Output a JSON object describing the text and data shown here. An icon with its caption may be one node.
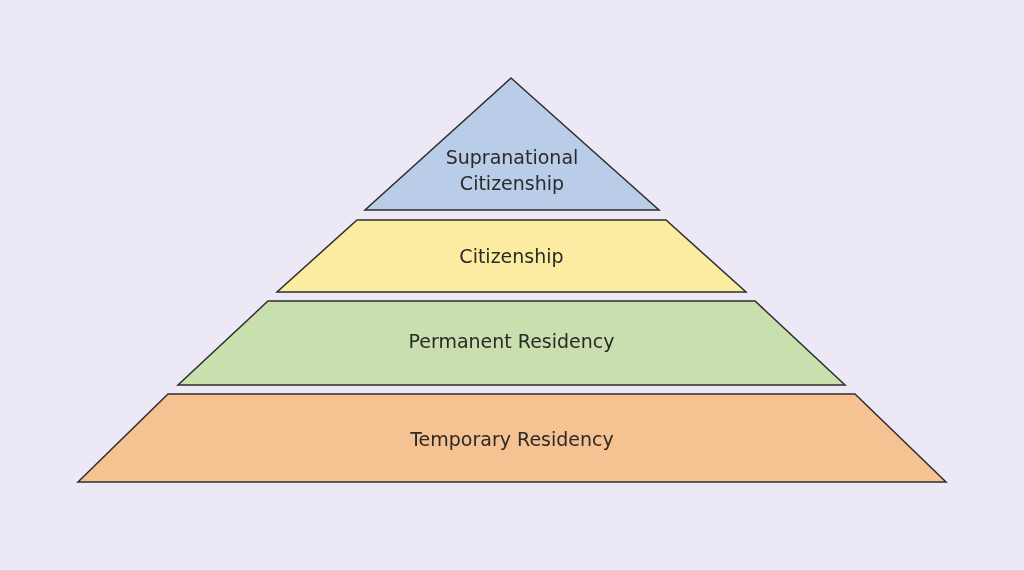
{
  "diagram": {
    "nodes": [
      {
        "text": [
          "Supranational Citizenship"
        ]
      },
      {
        "text": [
          "Citizenship"
        ]
      },
      {
        "text": [
          "Permanent Residency"
        ]
      },
      {
        "text": [
          "Temporary Residency"
        ]
      }
    ]
  }
}
